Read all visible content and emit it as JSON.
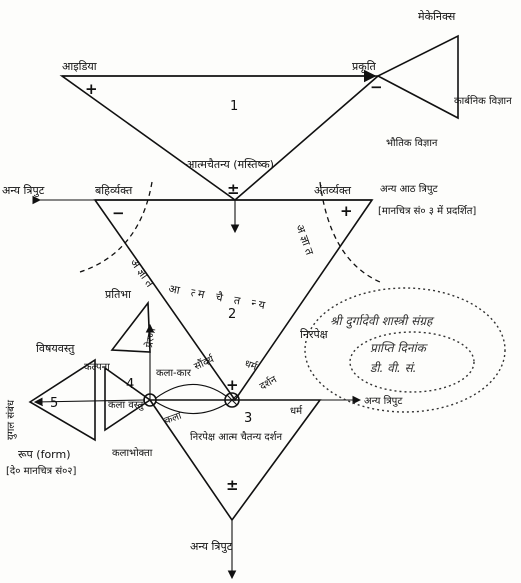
{
  "labels": {
    "idea": "आइडिया",
    "prakriti": "प्रकृति",
    "mechanics": "मेकेनिक्स",
    "organic_science": "कार्बनिक विज्ञान",
    "physical_science": "भौतिक विज्ञान",
    "atma_chaitanya_brain": "आत्मचैतन्य (मस्तिष्क)",
    "other_triad_left": "अन्य त्रिपुट",
    "bahirvyakt": "बहिर्व्यक्त",
    "antarvyakt": "अंतर्व्यक्त",
    "other_eight_triads": "अन्य आठ त्रिपुट",
    "map_ref_3": "[मानचित्र सं० ३ में प्रदर्शित]",
    "atma_chaitanya_axis": "आ त्म चै त न्य",
    "pratibha": "प्रतिभा",
    "prerna": "प्रेरणा",
    "vishayvastu": "विषयवस्तु",
    "kalpana": "कल्पना",
    "kala_kaar": "कला-कार",
    "kala_vastu": "कला वस्तु",
    "saundarya": "सौंदर्य",
    "dharm": "धर्म",
    "darshan": "दर्शन",
    "nirpeksh": "निरपेक्ष",
    "kala_plus": "कला",
    "kalabhokta": "कलाभोक्ता",
    "yugal_sambandh": "युगल संबंध",
    "roop_form": "रूप (form)",
    "map_ref_2": "[दे० मानचित्र सं०२]",
    "nirpeksh_atma_chaitanya_darshan": "निरपेक्ष आत्म चैतन्य दर्शन",
    "other_triad_bottom": "अन्य त्रिपुट",
    "other_triad_right": "अन्य त्रिपुट",
    "dharm_right": "धर्म",
    "arc_letters": "अ ज्ञा त"
  },
  "numbers": {
    "one": "1",
    "two": "2",
    "three": "3",
    "four": "4",
    "five": "5"
  },
  "signs": {
    "plus": "+",
    "minus": "−",
    "plusminus": "±"
  },
  "stamp": {
    "line1": "श्री दुर्गादेवी शास्त्री संग्रह",
    "line2": "प्राप्ति दिनांक",
    "line3": "डी. वी. सं."
  }
}
